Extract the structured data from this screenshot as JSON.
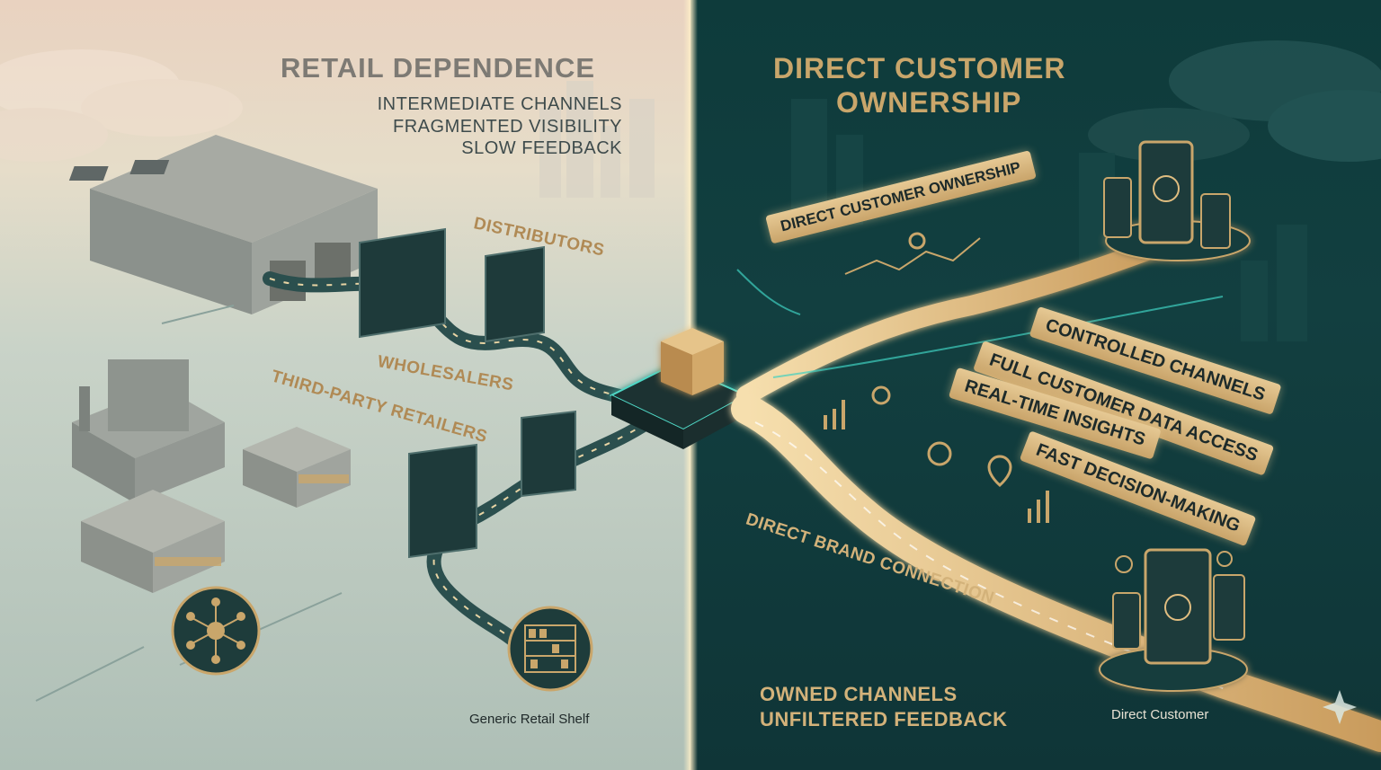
{
  "left": {
    "title": "RETAIL DEPENDENCE",
    "subtitle_lines": [
      "INTERMEDIATE CHANNELS",
      "FRAGMENTED VISIBILITY",
      "SLOW FEEDBACK"
    ],
    "labels": {
      "distributors": "DISTRIBUTORS",
      "wholesalers": "WHOLESALERS",
      "third_party": "THIRD-PARTY RETAILERS"
    },
    "shelf_caption": "Generic Retail Shelf"
  },
  "right": {
    "title_lines": [
      "DIRECT CUSTOMER",
      "OWNERSHIP"
    ],
    "banner": "DIRECT CUSTOMER OWNERSHIP",
    "benefits": [
      "CONTROLLED CHANNELS",
      "FULL CUSTOMER DATA ACCESS",
      "REAL-TIME INSIGHTS",
      "FAST DECISION-MAKING"
    ],
    "brand_connection": "DIRECT BRAND CONNECTION",
    "bottom_lines": [
      "OWNED CHANNELS",
      "UNFILTERED FEEDBACK"
    ],
    "customer_caption": "Direct Customer"
  },
  "colors": {
    "gold": "#c9a66b",
    "teal_dark": "#0f3a3a",
    "teal_glow": "#3fd0c0",
    "cream": "#e9d2c0"
  },
  "icons": [
    "warehouse-icon",
    "storefront-icon",
    "network-hub-icon",
    "shelf-icon",
    "product-box-icon",
    "tablet-icon",
    "gear-icon",
    "chart-icon",
    "location-pin-icon",
    "sparkle-icon"
  ]
}
